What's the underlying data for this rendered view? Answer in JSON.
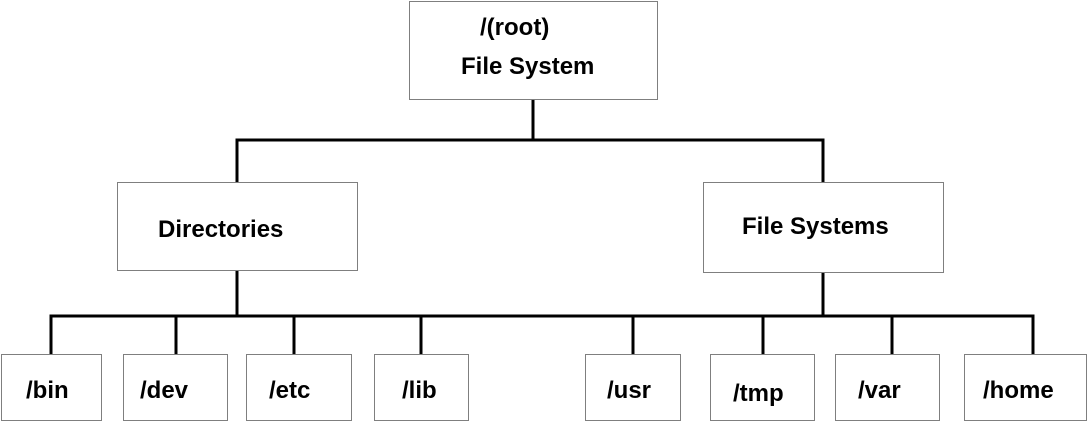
{
  "root": {
    "line1": "/(root)",
    "line2": "File System"
  },
  "branches": {
    "directories": "Directories",
    "file_systems": "File Systems"
  },
  "leaves": {
    "directories": [
      "/bin",
      "/dev",
      "/etc",
      "/lib"
    ],
    "file_systems": [
      "/usr",
      "/tmp",
      "/var",
      "/home"
    ]
  }
}
